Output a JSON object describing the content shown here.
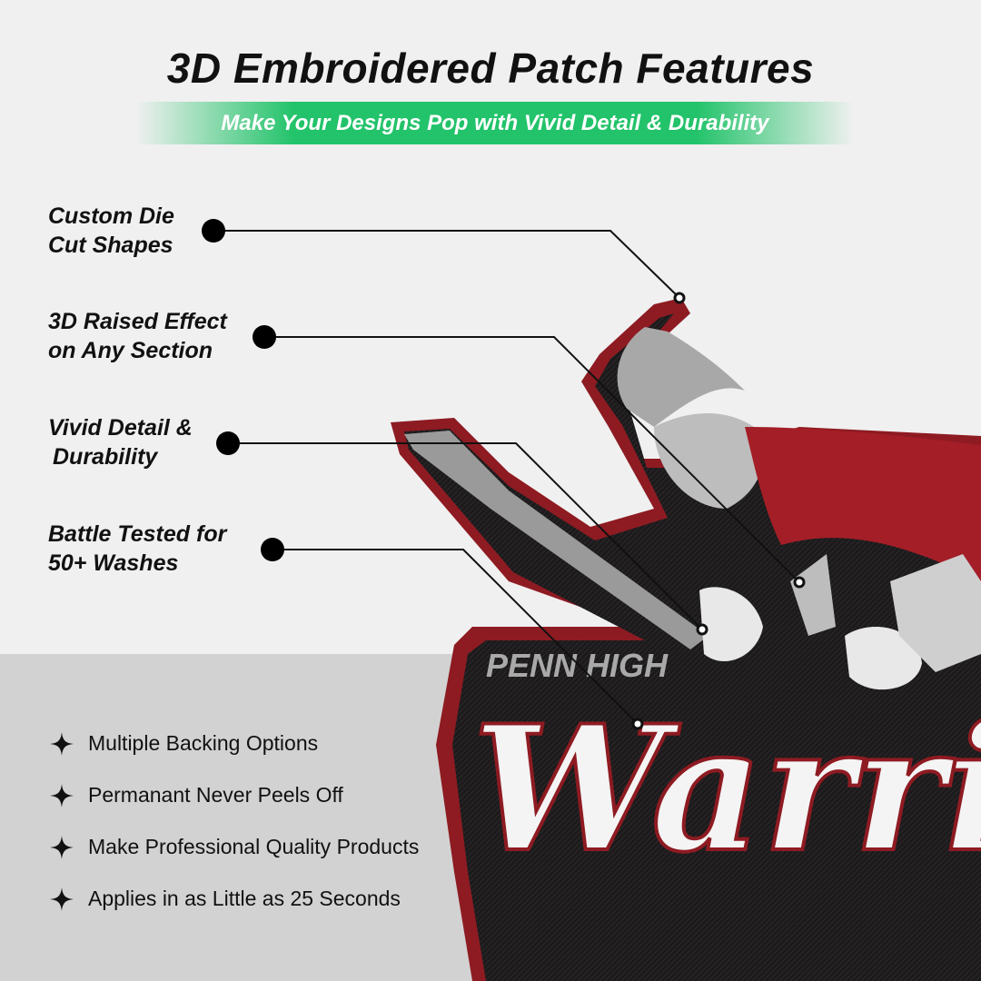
{
  "header": {
    "title": "3D Embroidered Patch Features",
    "subtitle": "Make Your Designs Pop with Vivid Detail & Durability"
  },
  "features": [
    {
      "line1": "Custom Die",
      "line2": "Cut Shapes"
    },
    {
      "line1": "3D Raised Effect",
      "line2": "on Any Section"
    },
    {
      "line1": "Vivid Detail &",
      "line2": "Durability"
    },
    {
      "line1": "Battle Tested for",
      "line2": "50+ Washes"
    }
  ],
  "patch": {
    "top_text": "PENN HIGH",
    "main_text": "Warriors",
    "colors": {
      "border": "#8e1b22",
      "body": "#1c1a1b",
      "stitch_white": "#f4f4f4",
      "stitch_gray": "#9a9a9a"
    }
  },
  "bullets": [
    {
      "icon": "four-point-star-icon",
      "text": "Multiple Backing Options"
    },
    {
      "icon": "four-point-star-icon",
      "text": "Permanant Never Peels Off"
    },
    {
      "icon": "four-point-star-icon",
      "text": "Make Professional Quality Products"
    },
    {
      "icon": "four-point-star-icon",
      "text": "Applies in as Little as 25 Seconds"
    }
  ],
  "colors": {
    "accent_green": "#22c36a",
    "text_dark": "#111111",
    "bg_light": "#f0f0f0",
    "bg_gray": "#d2d2d2"
  }
}
